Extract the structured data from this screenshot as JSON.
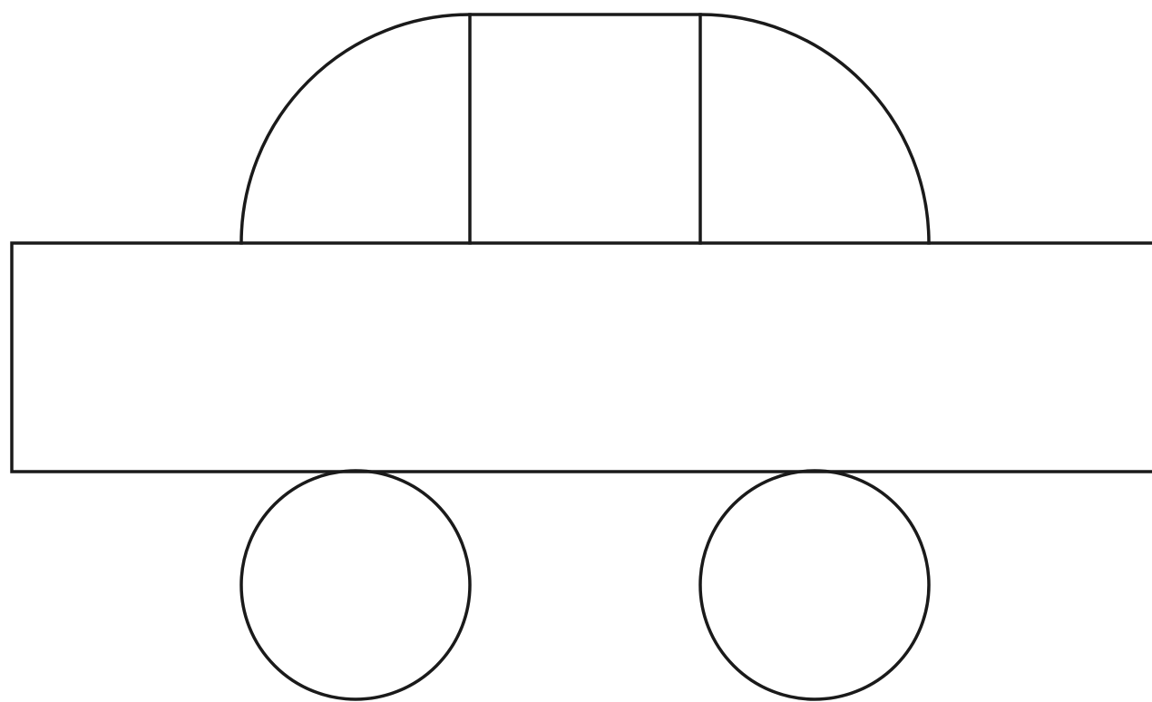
{
  "figure": {
    "subject": "car",
    "background": "#ffffff",
    "line_color": "#1a1a1a",
    "parts": [
      "cabin",
      "left-window",
      "middle-window",
      "right-window",
      "car-body",
      "front-wheel",
      "rear-wheel"
    ]
  }
}
